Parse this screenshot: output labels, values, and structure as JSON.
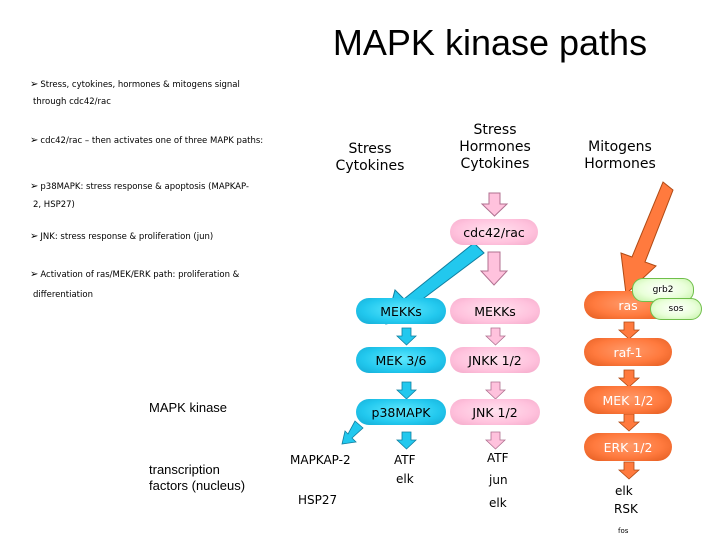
{
  "title": "MAPK kinase paths",
  "bullets": {
    "b1_line1": "Stress, cytokines, hormones & mitogens signal",
    "b1_line2": "through cdc42/rac",
    "b2": "cdc42/rac – then activates one of three MAPK paths:",
    "b3_line1": "p38MAPK: stress response & apoptosis (MAPKAP-",
    "b3_line2": "2, HSP27)",
    "b4": "JNK: stress response & proliferation (jun)",
    "b5_line1": "Activation of ras/MEK/ERK path: proliferation &",
    "b5_line2": "differentiation"
  },
  "headers": {
    "stress_cytokines_1": "Stress",
    "stress_cytokines_2": "Cytokines",
    "stress_hormones_1": "Stress",
    "stress_hormones_2": "Hormones",
    "stress_hormones_3": "Cytokines",
    "mitogens_1": "Mitogens",
    "mitogens_2": "Hormones"
  },
  "nodes": {
    "cdc42": "cdc42/rac",
    "mekks_left": "MEKKs",
    "mekks_right": "MEKKs",
    "mek36": "MEK 3/6",
    "jnkk12": "JNKK 1/2",
    "p38": "p38MAPK",
    "jnk12": "JNK 1/2",
    "ras": "ras",
    "grb2": "grb2",
    "sos": "sos",
    "raf1": "raf-1",
    "mek12": "MEK 1/2",
    "erk12": "ERK 1/2"
  },
  "targets": {
    "mapkap2": "MAPKAP-2",
    "hsp27": "HSP27",
    "atf_left": "ATF",
    "elk_left": "elk",
    "atf_mid": "ATF",
    "jun": "jun",
    "elk_mid": "elk",
    "elk_right": "elk",
    "rsk": "RSK",
    "fos": "fos"
  },
  "side_labels": {
    "mapk_kinase": "MAPK kinase",
    "tf_1": "transcription",
    "tf_2": "factors (nucleus)"
  },
  "colors": {
    "cyan": "#22c8ee",
    "pink": "#ffc2dd",
    "orange": "#ff7a3e",
    "green": "#c2f0a4"
  }
}
